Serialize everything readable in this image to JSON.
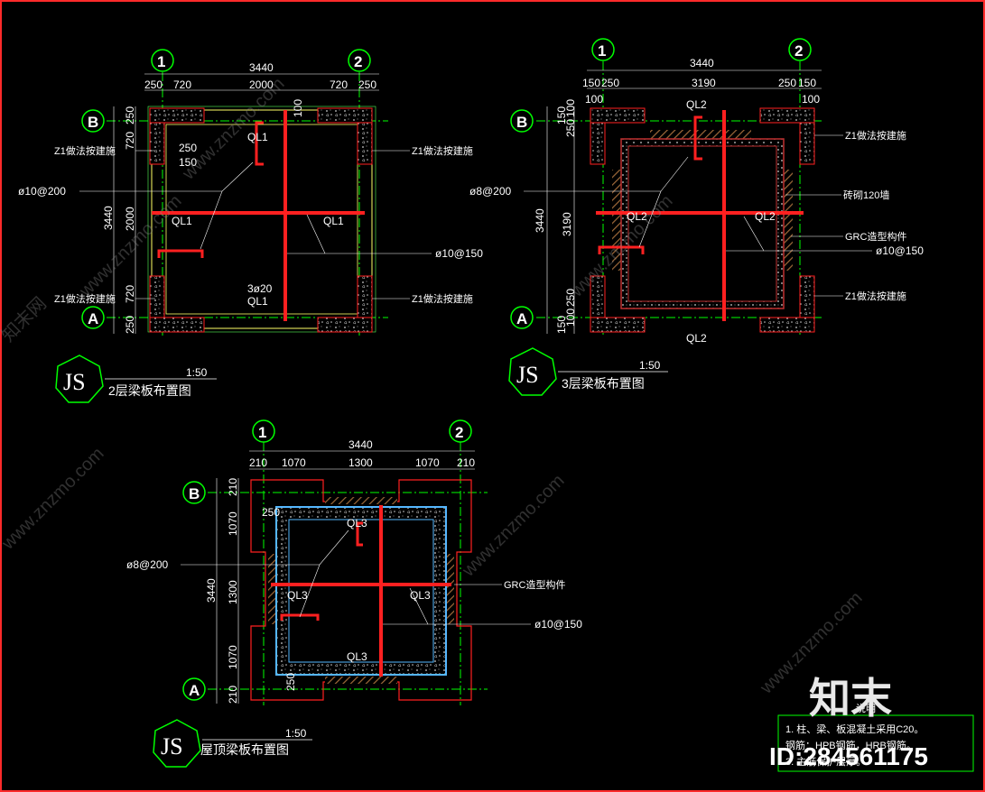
{
  "colors": {
    "background": "#000000",
    "border": "#ff2a2a",
    "axis_line": "#00ff00",
    "beam": "#ff2020",
    "column": "#ff2020",
    "dimension": "#ffffff",
    "slab_outline": "#ffff66",
    "grc": "#a06a3a",
    "wall": "#c03030",
    "room": "#55b7ff",
    "leader": "#ffffff",
    "label_circle": "#00ff00"
  },
  "plan2": {
    "axis_1": "1",
    "axis_2": "2",
    "axis_A": "A",
    "axis_B": "B",
    "dim_total": "3440",
    "dim_top": [
      "250",
      "720",
      "2000",
      "720",
      "250"
    ],
    "dim_left": [
      "250",
      "720",
      "2000",
      "720",
      "250"
    ],
    "dim_left_total": "3440",
    "dim_100": "100",
    "dim_250": "250",
    "dim_150": "150",
    "label_ql1_top": "QL1",
    "label_ql1_left": "QL1",
    "label_ql1_right": "QL1",
    "label_3phi20": "3ø20",
    "label_ql1_bottom": "QL1",
    "z1_top_left": "Z1做法按建施",
    "z1_top_right": "Z1做法按建施",
    "z1_bottom_left": "Z1做法按建施",
    "z1_bottom_right": "Z1做法按建施",
    "rebar_left": "ø10@200",
    "rebar_right": "ø10@150",
    "badge": "JS",
    "scale": "1:50",
    "title": "2层梁板布置图"
  },
  "plan3": {
    "axis_1": "1",
    "axis_2": "2",
    "axis_A": "A",
    "axis_B": "B",
    "dim_total": "3440",
    "dim_top": [
      "150",
      "250",
      "3190",
      "250",
      "150"
    ],
    "dim_100_left": "100",
    "dim_100_right": "100",
    "dim_left": [
      "150",
      "250",
      "100",
      "3190",
      "100",
      "250",
      "150"
    ],
    "dim_left_total": "3440",
    "label_ql2_top": "QL2",
    "label_ql2_left": "QL2",
    "label_ql2_right": "QL2",
    "label_ql2_bottom": "QL2",
    "z1_top": "Z1做法按建施",
    "z1_bottom": "Z1做法按建施",
    "wall_120": "砖砌120墙",
    "grc": "GRC造型构件",
    "rebar_left": "ø8@200",
    "rebar_right": "ø10@150",
    "badge": "JS",
    "scale": "1:50",
    "title": "3层梁板布置图"
  },
  "roof": {
    "axis_1": "1",
    "axis_2": "2",
    "axis_A": "A",
    "axis_B": "B",
    "dim_total": "3440",
    "dim_top": [
      "210",
      "1070",
      "1300",
      "1070",
      "210"
    ],
    "dim_left": [
      "210",
      "1070",
      "1300",
      "1070",
      "210"
    ],
    "dim_left_total": "3440",
    "dim_250_top": "250",
    "dim_250_bottom": "250",
    "label_ql3_top": "QL3",
    "label_ql3_left": "QL3",
    "label_ql3_right": "QL3",
    "label_ql3_bottom": "QL3",
    "grc": "GRC造型构件",
    "rebar_left": "ø8@200",
    "rebar_right": "ø10@150",
    "badge": "JS",
    "scale": "1:50",
    "title": "屋顶梁板布置图"
  },
  "notes": {
    "heading": "说明",
    "line1": "1. 柱、梁、板混凝土采用C20。",
    "line2": "钢筋：HPB钢筋，HRB钢筋。",
    "line3": "3. 主筋保护层厚。"
  },
  "watermarks": [
    "www.znzmo.com",
    "www.znzmo.com",
    "www.znzmo.com",
    "www.znzmo.com",
    "www.znzmo.com",
    "www.znzmo.com",
    "知末网"
  ],
  "logo": "知末",
  "id_label": "ID:284561175"
}
